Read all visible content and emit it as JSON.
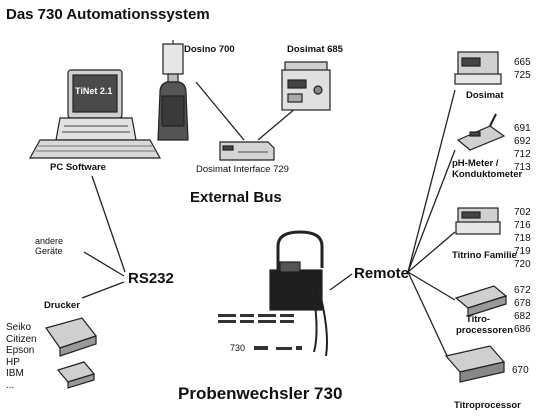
{
  "title": "Das 730 Automationssystem",
  "nodes": {
    "dosino": "Dosino 700",
    "dosimat_top": "Dosimat 685",
    "interface": "Dosimat Interface 729",
    "external_bus": "External Bus",
    "pc_software": "PC Software",
    "screen_text": "TiNet 2.1",
    "andere_geraete": [
      "andere",
      "Geräte"
    ],
    "rs232": "RS232",
    "drucker": "Drucker",
    "printers": [
      "Seiko",
      "Citizen",
      "Epson",
      "HP",
      "IBM",
      "..."
    ],
    "probenwechsler": "Probenwechsler 730",
    "sampler_number": "730",
    "remote": "Remote"
  },
  "remote_devices": [
    {
      "label": [
        "Dosimat"
      ],
      "models": [
        "665",
        "725"
      ]
    },
    {
      "label": [
        "pH-Meter /",
        "Konduktometer"
      ],
      "models": [
        "691",
        "692",
        "712",
        "713"
      ]
    },
    {
      "label": [
        "Titrino Familie"
      ],
      "models": [
        "702",
        "716",
        "718",
        "719",
        "720"
      ]
    },
    {
      "label": [
        "Titro-",
        "processoren"
      ],
      "models": [
        "672",
        "678",
        "682",
        "686"
      ]
    },
    {
      "label": [
        "Titroprocessor"
      ],
      "models": [
        "670"
      ]
    }
  ]
}
